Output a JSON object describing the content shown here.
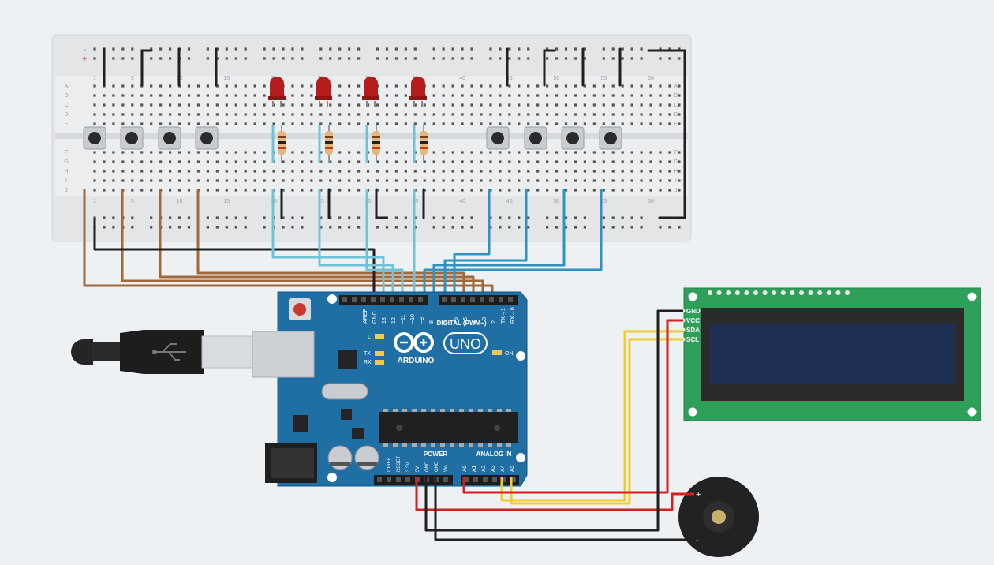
{
  "breadboard": {
    "rail_minus": "-",
    "rail_plus": "+",
    "column_numbers": [
      "1",
      "5",
      "10",
      "15",
      "20",
      "25",
      "30",
      "35",
      "40",
      "45",
      "50",
      "55",
      "60"
    ],
    "rows_top": [
      "A",
      "B",
      "C",
      "D",
      "E"
    ],
    "rows_bottom": [
      "F",
      "G",
      "H",
      "I",
      "J"
    ]
  },
  "arduino": {
    "logo": "ARDUINO",
    "model": "UNO",
    "digital_header": "DIGITAL (PWM~)",
    "pins_left": [
      "AREF",
      "GND",
      "13",
      "12",
      "~11",
      "~10",
      "~9",
      "8"
    ],
    "pins_right": [
      "7",
      "~6",
      "~5",
      "4",
      "~3",
      "2",
      "TX→1",
      "RX←0"
    ],
    "led_l": "L",
    "led_tx": "TX",
    "led_rx": "RX",
    "on_label": "ON",
    "power_label": "POWER",
    "analog_label": "ANALOG IN",
    "power_pins": [
      "IOREF",
      "RESET",
      "3.3V",
      "5V",
      "GND",
      "GND",
      "Vin"
    ],
    "analog_pins": [
      "A0",
      "A1",
      "A2",
      "A3",
      "A4",
      "A5"
    ]
  },
  "lcd": {
    "pins": [
      "GND",
      "VCC",
      "SDA",
      "SCL"
    ]
  },
  "buzzer": {
    "plus": "+",
    "minus": "-"
  },
  "colors": {
    "board": "#1f6fa5",
    "breadboard": "#e2e4e6",
    "lcd_pcb": "#2ea05a",
    "lcd_screen": "#1e2e55",
    "wire_brown": "#a0693c",
    "wire_blue": "#2d93c2",
    "wire_lightblue": "#6fc3d9",
    "wire_black": "#202020",
    "wire_red": "#d62020",
    "wire_yellow": "#f2cc2b",
    "led": "#b51c1c"
  }
}
